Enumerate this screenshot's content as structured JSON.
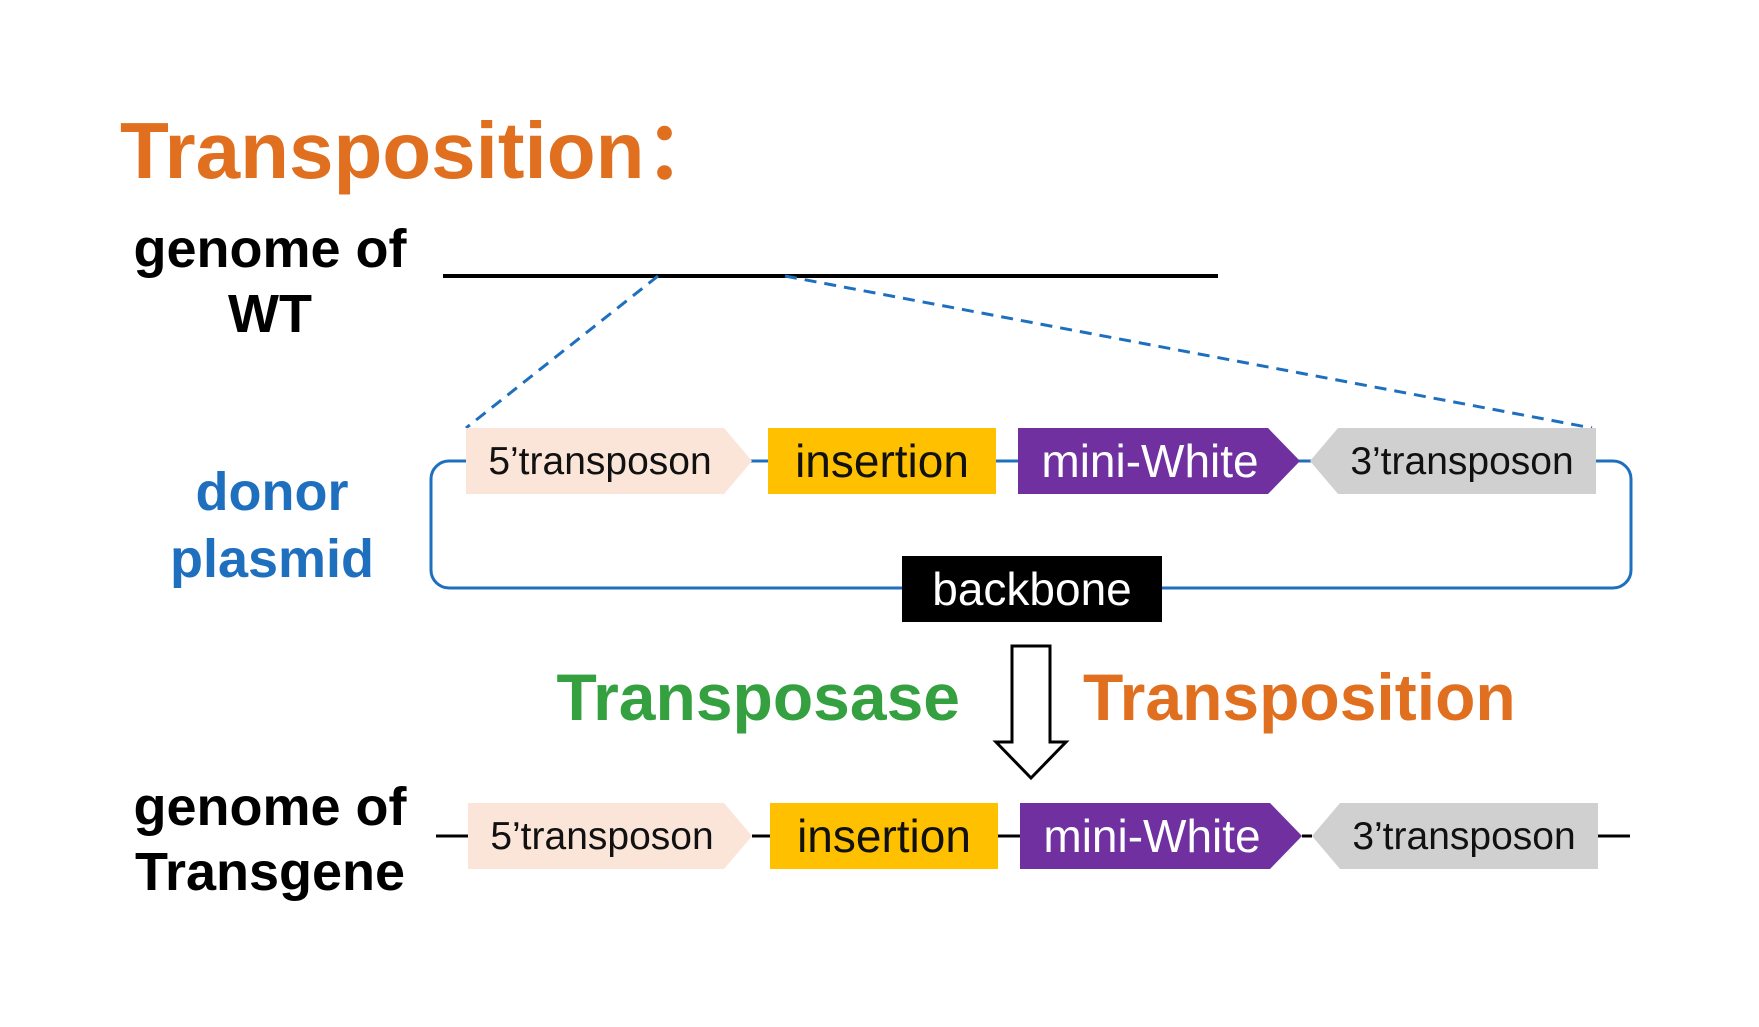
{
  "title": "Transposition：",
  "labels": {
    "wt_genome_line1": "genome of",
    "wt_genome_line2": "WT",
    "donor_line1": "donor",
    "donor_line2": "plasmid",
    "transgene_line1": "genome of",
    "transgene_line2": "Transgene",
    "backbone": "backbone",
    "transposase": "Transposase",
    "transposition": "Transposition"
  },
  "donor_segments": [
    "5’transposon",
    "insertion",
    "mini-White",
    "3’transposon"
  ],
  "transgene_segments": [
    "5’transposon",
    "insertion",
    "mini-White",
    "3’transposon"
  ],
  "colors": {
    "title_orange": "#E07020",
    "donor_blue": "#1F6FBF",
    "transposase_green": "#34A040",
    "transposon_5": "#FBE5D8",
    "insertion": "#FFC000",
    "mini_white": "#7030A0",
    "transposon_3": "#D0D0D0",
    "backbone": "#000000"
  }
}
